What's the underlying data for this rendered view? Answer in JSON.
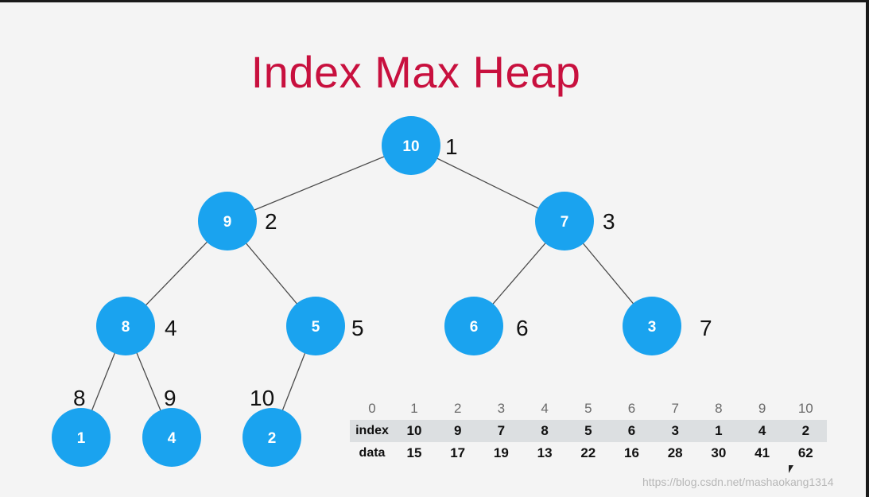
{
  "title": "Index Max Heap",
  "nodes": [
    {
      "value": "10",
      "pos": "1"
    },
    {
      "value": "9",
      "pos": "2"
    },
    {
      "value": "7",
      "pos": "3"
    },
    {
      "value": "8",
      "pos": "4"
    },
    {
      "value": "5",
      "pos": "5"
    },
    {
      "value": "6",
      "pos": "6"
    },
    {
      "value": "3",
      "pos": "7"
    },
    {
      "value": "1",
      "pos": "8"
    },
    {
      "value": "4",
      "pos": "9"
    },
    {
      "value": "2",
      "pos": "10"
    }
  ],
  "table": {
    "header": [
      "0",
      "1",
      "2",
      "3",
      "4",
      "5",
      "6",
      "7",
      "8",
      "9",
      "10"
    ],
    "index_label": "index",
    "index": [
      "10",
      "9",
      "7",
      "8",
      "5",
      "6",
      "3",
      "1",
      "4",
      "2"
    ],
    "data_label": "data",
    "data": [
      "15",
      "17",
      "19",
      "13",
      "22",
      "16",
      "28",
      "30",
      "41",
      "62"
    ]
  },
  "watermark": "https://blog.csdn.net/mashaokang1314",
  "colors": {
    "node": "#1aa3ef",
    "title": "#c8103e",
    "edge": "#4a4a4a",
    "row_highlight": "#dcdfe1"
  }
}
